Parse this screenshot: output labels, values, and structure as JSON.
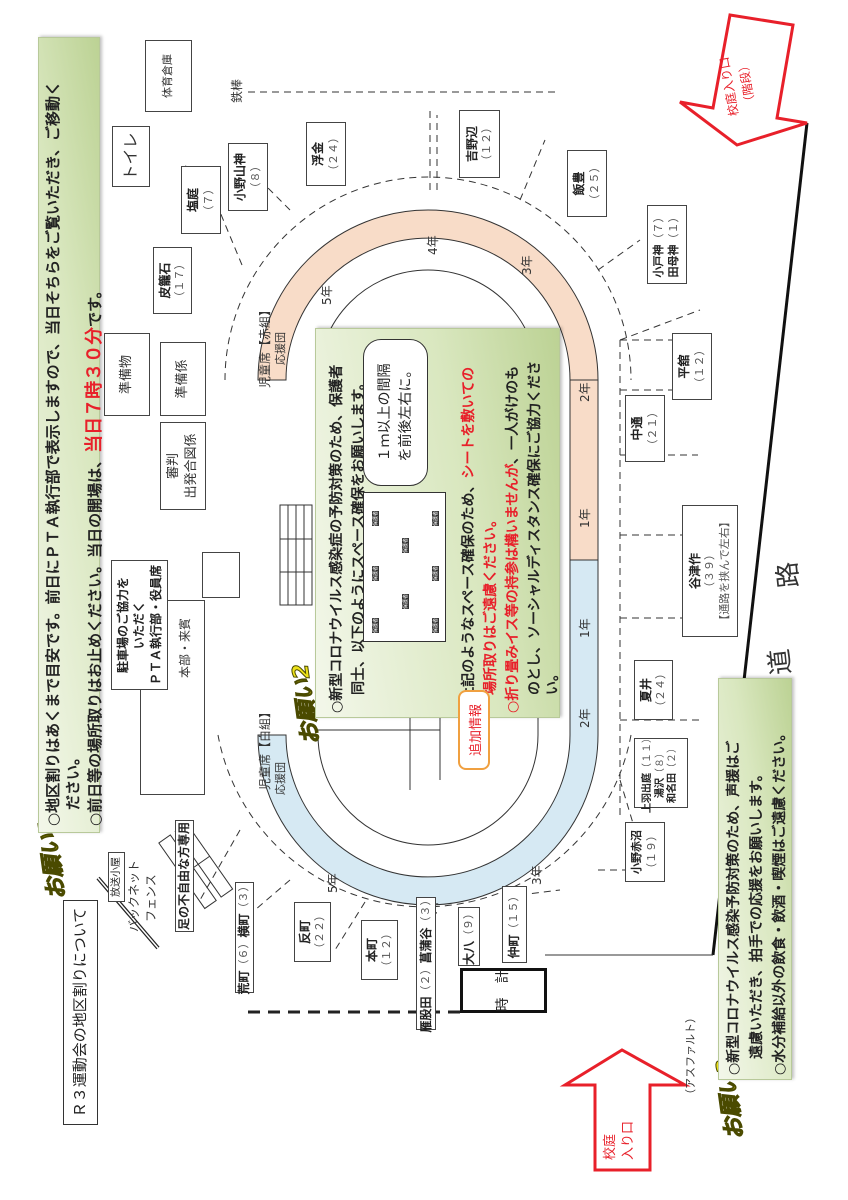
{
  "title": "Ｒ３運動会の地区割りについて",
  "onegai1": {
    "label": "お願い1",
    "line1": "○地区割りはあくまで目安です。前日にＰＴＡ執行部で表示しますので、当日そちらをご覧いただき、ご移動く",
    "line2": "ださい。",
    "line3_a": "○前日等の場所取りはお止めください。当日の開場は、",
    "line3_red": "当日７時３０分",
    "line3_b": "です。"
  },
  "onegai2": {
    "label": "お願い2",
    "line1": "○新型コロナウイルス感染症の予防対策のため、保護者",
    "line2": "同士、以下のようにスペース確保をお願いします。",
    "bubble1": "１ｍ以上の間隔",
    "bubble2": "を前後左右に。",
    "line3_a": "○上記のようなスペース確保のため、",
    "line3_red": "シートを敷いての",
    "line4_red": "場所取りはご遠慮ください。",
    "line5_red": "○折り畳みイス等の持参は構いませんが",
    "line5_b": "、一人がけのも",
    "line6": "のとし、ソーシャルディスタンス確保にご協力くださ",
    "line7": "い。",
    "seat_label": "保護者",
    "badge": "追加情報"
  },
  "onegai3": {
    "label": "お願い3",
    "line1": "○新型コロナウイルス感染予防対策のため、声援はご",
    "line2": "遠慮いただき、拍手での応援をお願いします。",
    "line3": "○水分補給以外の飲食・飲酒・喫煙はご遠慮ください。"
  },
  "facilities": {
    "storage": "体育倉庫",
    "toilet": "トイレ",
    "supplies": "準備物",
    "staff": "準備係",
    "judge1": "審判",
    "judge2": "出発合図係",
    "parking1": "駐車場のご協力を",
    "parking2": "いただく",
    "parking3": "ＰＴＡ執行部・役員席",
    "hq": "本部・来賓",
    "broadcast": "放送小屋",
    "accessible": "足の不自由な方専用",
    "clock1": "時",
    "clock2": "計",
    "bar": "鉄棒",
    "backnet1": "バックネット",
    "backnet2": "フェンス",
    "asphalt": "（アスファルト）",
    "road1": "道",
    "road2": "路",
    "entrance1": "校庭",
    "entrance2": "入り口",
    "entrance_stairs1": "校庭入り口",
    "entrance_stairs2": "（階段）"
  },
  "seats": {
    "red": "児童席【赤組】",
    "white": "児童席【白組】",
    "cheer": "応援団",
    "grades": [
      "1年",
      "2年",
      "3年",
      "4年",
      "5年"
    ]
  },
  "districts": [
    {
      "name": "皮籠石",
      "count": "（１７）"
    },
    {
      "name": "塩庭",
      "count": "（７）"
    },
    {
      "name": "小野山神",
      "count": "（８）"
    },
    {
      "name": "浮金",
      "count": "（２４）"
    },
    {
      "name": "吉野辺",
      "count": "（１２）"
    },
    {
      "name": "飯豊",
      "count": "（２５）"
    },
    {
      "name": "小戸神",
      "count": "（７）"
    },
    {
      "name": "田母神",
      "count": "（１）"
    },
    {
      "name": "平舘",
      "count": "（１２）"
    },
    {
      "name": "中通",
      "count": "（２１）"
    },
    {
      "name": "谷津作",
      "count": "（３９）",
      "note": "【通路を挟んで左右】"
    },
    {
      "name": "夏井",
      "count": "（２４）"
    },
    {
      "name": "上羽出庭",
      "count": "（１１）"
    },
    {
      "name": "湯沢",
      "count": "（８）"
    },
    {
      "name": "和名田",
      "count": "（２）"
    },
    {
      "name": "小野赤沼",
      "count": "（１９）"
    },
    {
      "name": "仲町",
      "count": "（１５）"
    },
    {
      "name": "大八",
      "count": "（９）"
    },
    {
      "name": "雁股田",
      "count": "（２）"
    },
    {
      "name": "菖蒲谷",
      "count": "（３）"
    },
    {
      "name": "本町",
      "count": "（１２）"
    },
    {
      "name": "反町",
      "count": "（２２）"
    },
    {
      "name": "荒町",
      "count": "（６）"
    },
    {
      "name": "横町",
      "count": "（３）"
    }
  ],
  "colors": {
    "red_team": "#f8dcc8",
    "white_team": "#d6e9f3",
    "accent_red": "#e8202a",
    "note_green": "#d9e7bf"
  }
}
